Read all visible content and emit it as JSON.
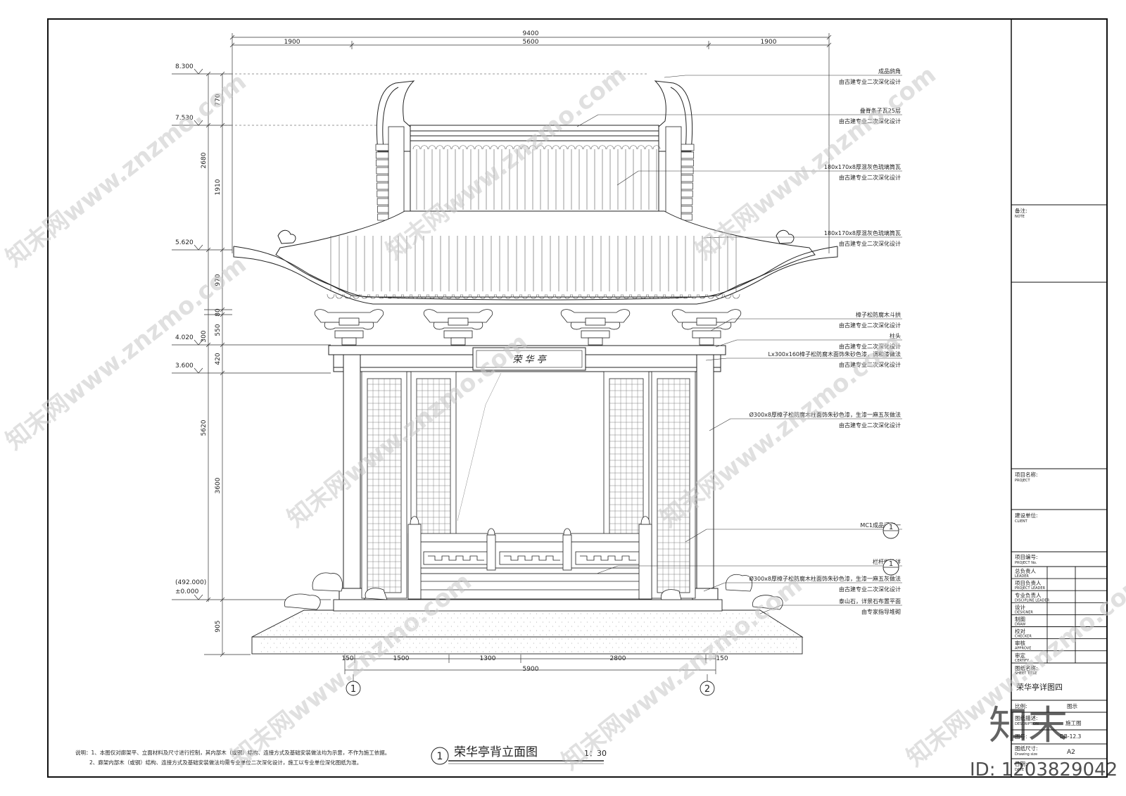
{
  "drawing": {
    "title": "荣华亭背立面图",
    "scale": "1：30",
    "number": "1"
  },
  "dims_top": {
    "overall": "9400",
    "left": "1900",
    "mid": "5600",
    "right": "1900"
  },
  "dims_bottom": {
    "a": "150",
    "b": "1500",
    "c": "1300",
    "d": "2800",
    "e": "150",
    "total": "5900"
  },
  "axes": {
    "left": "1",
    "right": "2"
  },
  "levels": [
    "8.300",
    "7.530",
    "5.620",
    "4.020",
    "3.600",
    "(492.000)",
    "±0.000"
  ],
  "dims_left_inner": [
    "770",
    "1910",
    "970",
    "80",
    "550",
    "420",
    "3600",
    "905"
  ],
  "dims_left_outer": [
    "2680",
    "300",
    "5620"
  ],
  "annotations": [
    {
      "line1": "成品鸱角",
      "line2": "由古建专业二次深化设计"
    },
    {
      "line1": "叠脊条子瓦25层",
      "line2": "由古建专业二次深化设计"
    },
    {
      "line1": "180x170x8厚混灰色琉璃筒瓦",
      "line2": "由古建专业二次深化设计"
    },
    {
      "line1": "180x170x8厚混灰色琉璃筒瓦",
      "line2": "由古建专业二次深化设计"
    },
    {
      "line1": "樟子松防腐木斗拱",
      "line2": "由古建专业二次深化设计"
    },
    {
      "line1": "柱头",
      "line2": "由古建专业二次深化设计"
    },
    {
      "line1": "Lx300x160樟子松防腐木面饰朱砂色漆，调和漆做法",
      "line2": "由古建专业二次深化设计"
    },
    {
      "line1": "Ø300x8厚樟子松防腐木柱面饰朱砂色漆，生漆一麻五灰做法",
      "line2": "由古建专业二次深化设计"
    },
    {
      "line1": "MC1成品门窗一",
      "line2": ""
    },
    {
      "line1": "栏杆做法详",
      "line2": ""
    },
    {
      "line1": "Ø300x8厚樟子松防腐木柱面饰朱砂色漆，生漆一麻五灰做法",
      "line2": "由古建专业二次深化设计"
    },
    {
      "line1": "泰山石，详景石布置平面",
      "line2": "由专家指导堆砌"
    }
  ],
  "callouts": [
    "1",
    "1"
  ],
  "plaque": "荣 华 亭",
  "notes": [
    "说明：1、本图仅对廊架平、立面材料及尺寸进行控制，其内部木（或钢）结构、连接方式及基础安装做法均为示意，不作为施工依据。",
    "2、廊架内部木（或钢）结构、连接方式及基础安装做法均需专业单位二次深化设计，施工以专业单位深化图纸为准。"
  ],
  "title_block": {
    "note_label": "备注:",
    "note_en": "NOTE",
    "project_label": "项目名称:",
    "project_en": "PROJECT",
    "client_label": "建设单位:",
    "client_en": "CLIENT",
    "projno_label": "项目编号:",
    "projno_en": "PROJECT No.",
    "rows": [
      {
        "cn": "总负责人",
        "en": "LEADER"
      },
      {
        "cn": "项目负责人",
        "en": "PROJECT LEADER"
      },
      {
        "cn": "专业负责人",
        "en": "DISCIPLINE LEADER"
      },
      {
        "cn": "设计",
        "en": "DESIGNER"
      },
      {
        "cn": "制图",
        "en": "DRAW"
      },
      {
        "cn": "校对",
        "en": "CHECKER"
      },
      {
        "cn": "审核",
        "en": "APPROVE"
      },
      {
        "cn": "审定",
        "en": "CERTIFY"
      }
    ],
    "sheet_title_label": "图纸名称:",
    "sheet_title_en": "SHEET TITLE",
    "sheet_title": "荣华亭详图四",
    "scale_label": "比例:",
    "scale_value": "图示",
    "desc_label": "图纸描述:",
    "desc_en": "DESCRIPTION",
    "desc_value": "施工图",
    "number_label": "图号:",
    "number_value": "DB-12.3",
    "size_label": "图纸尺寸:",
    "size_en": "Drawing size",
    "size_value": "A2",
    "date_label": "日期:",
    "date_en": "DATE"
  },
  "watermarks": {
    "site": "知末网www.znzmo.com",
    "logo": "知末",
    "id": "ID: 1203829042"
  }
}
